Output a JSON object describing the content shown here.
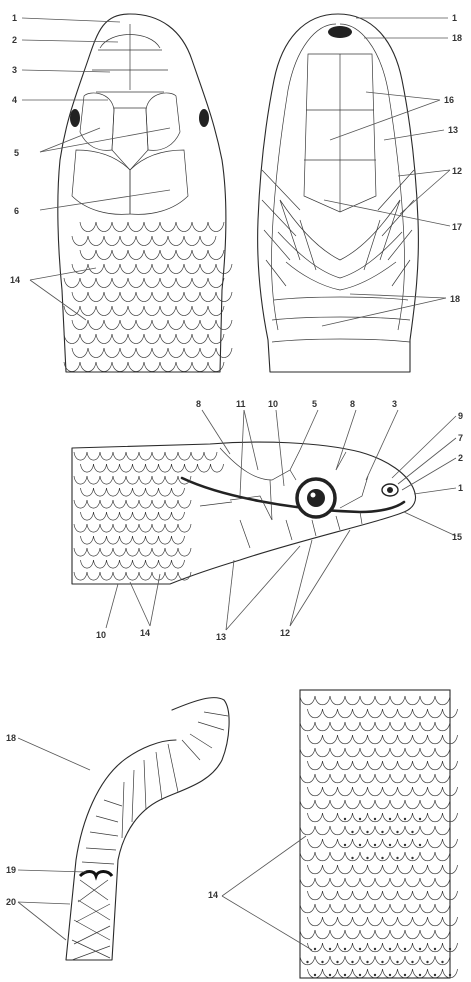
{
  "figure": {
    "panel_dorsal": {
      "labels": [
        "1",
        "2",
        "3",
        "4",
        "5",
        "6",
        "14"
      ]
    },
    "panel_ventral": {
      "labels": [
        "1",
        "18",
        "16",
        "13",
        "12",
        "17",
        "18"
      ]
    },
    "panel_lateral": {
      "labels": [
        "8",
        "11",
        "10",
        "5",
        "8",
        "3",
        "9",
        "7",
        "2",
        "1",
        "15",
        "12",
        "13",
        "14",
        "10"
      ]
    },
    "panel_tail": {
      "labels": [
        "18",
        "19",
        "20"
      ]
    },
    "panel_scales": {
      "labels": [
        "14"
      ]
    }
  }
}
